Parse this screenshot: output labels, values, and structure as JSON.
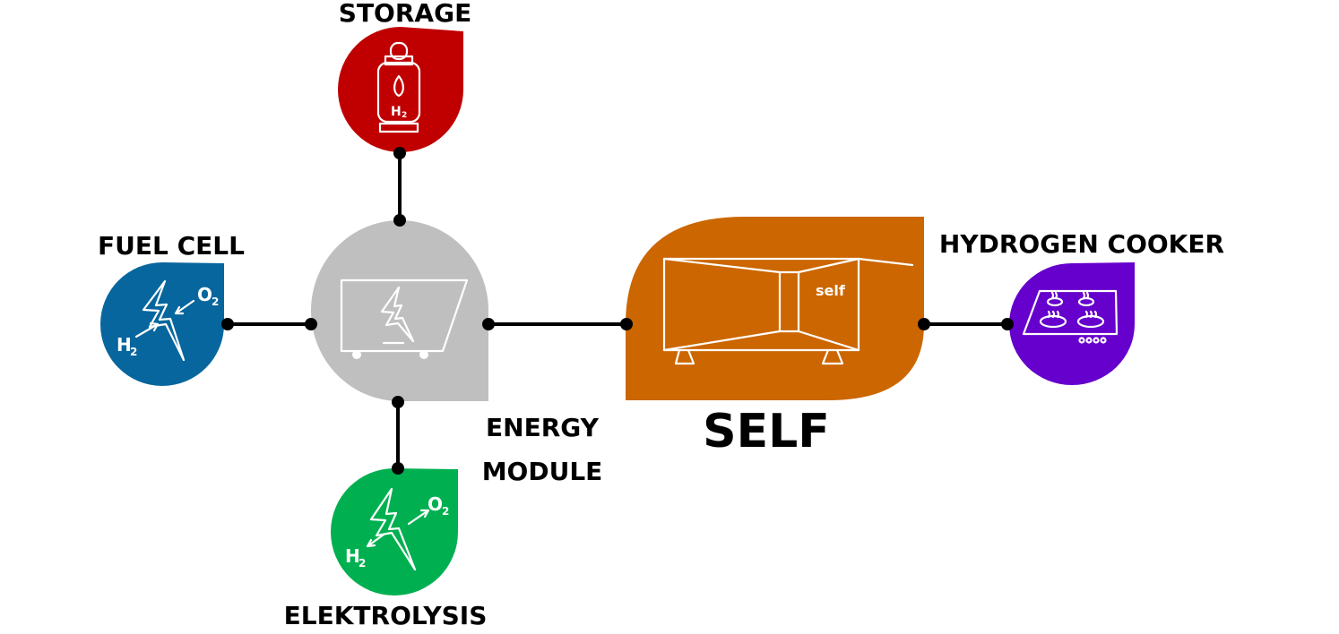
{
  "nodes": {
    "storage": {
      "label": "STORAGE",
      "color": "#c00000",
      "icon": "hydrogen-cylinder-icon",
      "icon_text": "H",
      "icon_sub": "2"
    },
    "fuel_cell": {
      "label": "FUEL CELL",
      "color": "#07669d",
      "icon": "fuel-cell-lightning-icon",
      "h2": "H",
      "h2_sub": "2",
      "o2": "O",
      "o2_sub": "2"
    },
    "energy_module": {
      "label_line1": "ENERGY",
      "label_line2": "MODULE",
      "color": "#bfbfbf",
      "icon": "battery-cart-icon"
    },
    "elektrolysis": {
      "label": "ELEKTROLYSIS",
      "color": "#00b050",
      "icon": "electrolysis-lightning-icon",
      "h2": "H",
      "h2_sub": "2",
      "o2": "O",
      "o2_sub": "2"
    },
    "self": {
      "label": "SELF",
      "color": "#cc6600",
      "icon": "self-container-icon",
      "icon_text": "self"
    },
    "hydrogen_cooker": {
      "label": "HYDROGEN COOKER",
      "color": "#6600cc",
      "icon": "cooktop-icon"
    }
  },
  "connectors": [
    {
      "from": "storage",
      "to": "energy_module"
    },
    {
      "from": "fuel_cell",
      "to": "energy_module"
    },
    {
      "from": "energy_module",
      "to": "elektrolysis"
    },
    {
      "from": "energy_module",
      "to": "self"
    },
    {
      "from": "self",
      "to": "hydrogen_cooker"
    }
  ]
}
